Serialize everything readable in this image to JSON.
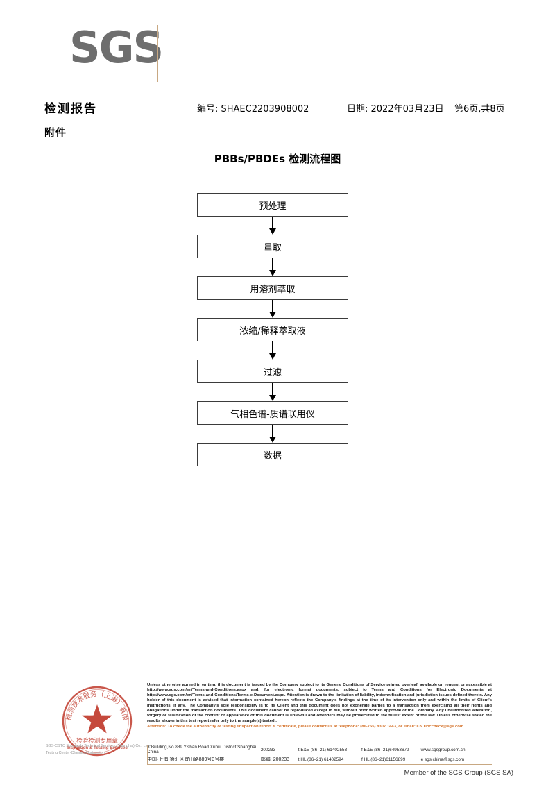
{
  "brand": {
    "logo_text": "SGS",
    "logo_color": "#6e6e6e",
    "rule_color": "#c8a882"
  },
  "header": {
    "doc_title": "检测报告",
    "doc_subtitle": "附件",
    "report_no": "编号: SHAEC2203908002",
    "date": "日期: 2022年03月23日",
    "page": "第6页,共8页"
  },
  "flowchart": {
    "title": "PBBs/PBDEs 检测流程图",
    "steps": [
      {
        "label": "预处理"
      },
      {
        "label": "量取"
      },
      {
        "label": "用溶剂萃取"
      },
      {
        "label": "浓缩/稀释萃取液"
      },
      {
        "label": "过滤"
      },
      {
        "label": "气相色谱-质谱联用仪"
      },
      {
        "label": "数据"
      }
    ]
  },
  "stamp": {
    "outer_text_cn": "检验检测技术服务（上海）有限公司",
    "inner_text_cn": "检验检测专用章",
    "inner_text_en": "Inspection & Testing Services",
    "color": "#c0392b"
  },
  "footer": {
    "company_lines": [
      "SGS-CSTC Standards Technical Services (Shanghai) Co., Ltd.",
      "Testing Center-Chemical Laboratory"
    ],
    "legal_text": "Unless otherwise agreed in writing, this document is issued by the Company subject to its General Conditions of Service printed overleaf, available on request or accessible at http://www.sgs.com/en/Terms-and-Conditions.aspx and, for electronic format documents, subject to Terms and Conditions for Electronic Documents at http://www.sgs.com/en/Terms-and-Conditions/Terms-e-Document.aspx. Attention is drawn to the limitation of liability, indemnification and jurisdiction issues defined therein. Any holder of this document is advised that information contained hereon reflects the Company's findings at the time of its intervention only and within the limits of Client's instructions, if any. The Company's sole responsibility is to its Client and this document does not exonerate parties to a transaction from exercising all their rights and obligations under the transaction documents. This document cannot be reproduced except in full, without prior written approval of the Company. Any unauthorized alteration, forgery or falsification of the content or appearance of this document is unlawful and offenders may be prosecuted to the fullest extent of the law. Unless otherwise stated the results shown in this test report refer only to the sample(s) tested .",
    "attention_text": "Attention: To check the authenticity of testing /inspection report & certificate, please contact us at telephone: (86-755) 8307 1443, or email: CN.Doccheck@sgs.com",
    "attention_color": "#d4722a",
    "address_en": "3\"Building,No.889 Yishan Road Xuhui District,Shanghai China",
    "address_cn": "中国·上海·徐汇区宜山路889号3号楼",
    "zip_en": "200233",
    "zip_cn": "邮编: 200233",
    "tel_row1_a": "t E&E (86–21) 61402553",
    "tel_row1_b": "f E&E (86–21)64953679",
    "tel_row2_a": "t HL (86–21) 61402594",
    "tel_row2_b": "f HL (86–21)61156899",
    "web": "www.sgsgroup.com.cn",
    "email": "e sgs.china@sgs.com",
    "member": "Member of the SGS Group (SGS SA)"
  }
}
